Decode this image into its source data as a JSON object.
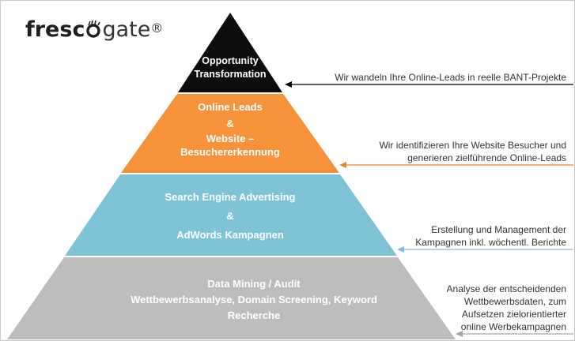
{
  "logo": {
    "brand_bold": "fresc",
    "brand_light": "gate",
    "registered": "®"
  },
  "tiers": [
    {
      "id": "opportunity",
      "color": "#0d0d0d",
      "text_color": "#ffffff",
      "lines": [
        "Opportunity",
        "Transformation"
      ],
      "note_lines": [
        "Wir wandeln Ihre Online-Leads in reelle BANT-Projekte"
      ],
      "arrow_color": "#000000"
    },
    {
      "id": "leads",
      "color": "#f5923a",
      "text_color": "#ffffff",
      "lines": [
        "Online Leads",
        "&",
        "Website –",
        "Besuchererkennung"
      ],
      "note_lines": [
        "Wir identifizieren Ihre Website Besucher und",
        "generieren zielführende Online-Leads"
      ],
      "arrow_color": "#e8862f"
    },
    {
      "id": "sea",
      "color": "#7ec3d6",
      "text_color": "#ffffff",
      "lines": [
        "Search Engine Advertising",
        "&",
        "AdWords Kampagnen"
      ],
      "note_lines": [
        "Erstellung und Management der",
        "Kampagnen inkl. wöchentl. Berichte"
      ],
      "arrow_color": "#7ec3d6"
    },
    {
      "id": "data",
      "color": "#bdbdbd",
      "text_color": "#ffffff",
      "lines": [
        "Data Mining / Audit",
        "Wettbewerbsanalyse, Domain Screening, Keyword",
        "Recherche"
      ],
      "note_lines": [
        "Analyse der entscheidenden",
        "Wettbewerbsdaten, zum",
        "Aufsetzen zielorientierter",
        "online Werbekampagnen"
      ],
      "arrow_color": "#a6a6a6"
    }
  ]
}
